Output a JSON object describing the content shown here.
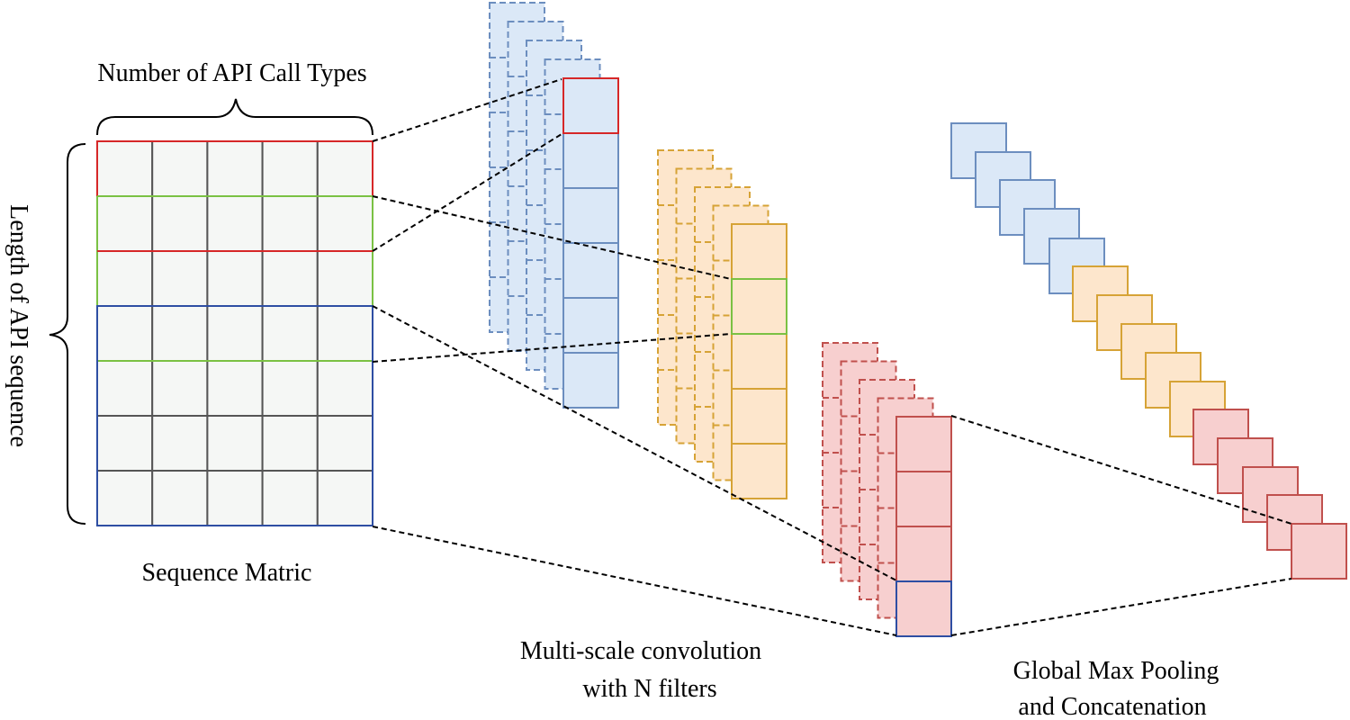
{
  "labels": {
    "matrix_width": "Number of  API Call Types",
    "matrix_height": "Length of  API sequence",
    "matrix_name": "Sequence Matric",
    "conv_line1": "Multi-scale convolution",
    "conv_line2": "with N filters",
    "pool_line1": "Global Max Pooling",
    "pool_line2": "and Concatenation"
  },
  "colors": {
    "red": "#d62728",
    "green": "#7ac143",
    "navy": "#2e4ea3",
    "grid": "#555555",
    "cell_fill": "#f5f7f5",
    "blue_fill": "#dbe8f7",
    "blue_stroke": "#6c8ebf",
    "orange_fill": "#fde6cc",
    "orange_stroke": "#d6a336",
    "red_fill": "#f7cfcf",
    "red_stroke": "#c0504d"
  },
  "matrix": {
    "rows": 7,
    "cols": 5
  },
  "filters": [
    {
      "name": "blue",
      "cells": 6,
      "stack": 5
    },
    {
      "name": "orange",
      "cells": 5,
      "stack": 5
    },
    {
      "name": "red",
      "cells": 4,
      "stack": 5
    }
  ],
  "pooled": {
    "blue": 5,
    "orange": 5,
    "red": 5
  }
}
